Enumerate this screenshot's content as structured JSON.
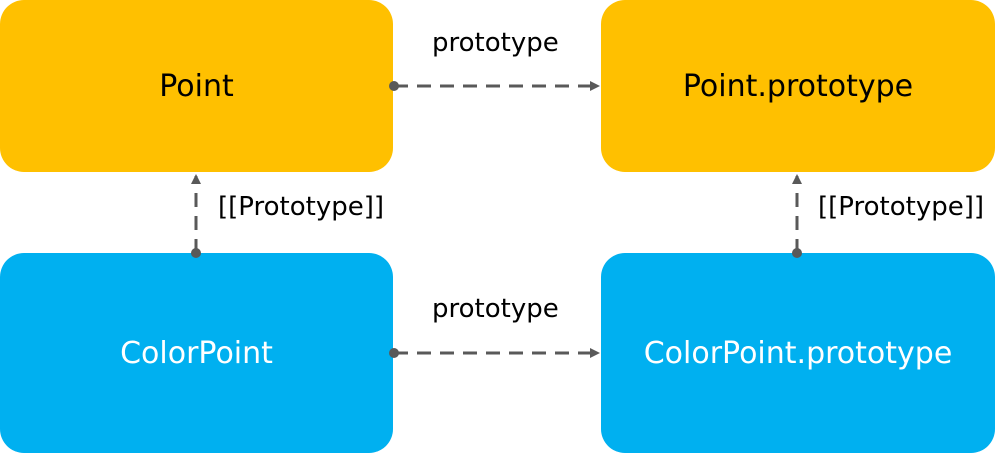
{
  "nodes": {
    "point": "Point",
    "point_prototype": "Point.prototype",
    "colorpoint": "ColorPoint",
    "colorpoint_prototype": "ColorPoint.prototype"
  },
  "edge_labels": {
    "point_to_prototype": "prototype",
    "colorpoint_to_prototype": "prototype",
    "colorpoint_to_point": "[[Prototype]]",
    "colorpoint_prototype_to_point_prototype": "[[Prototype]]"
  },
  "colors": {
    "constructor_box": "#ffc000",
    "subclass_box": "#00b0f0",
    "connector": "#595959"
  }
}
